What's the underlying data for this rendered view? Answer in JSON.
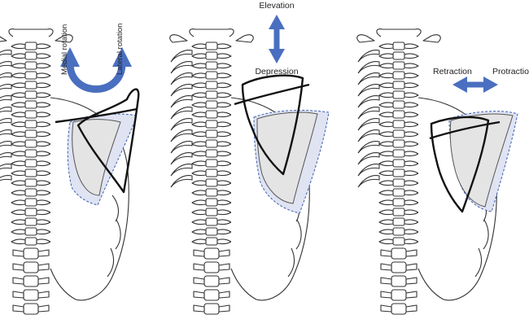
{
  "colors": {
    "arrow": "#4a6fc0",
    "scapula_fill": "#e4e4e4",
    "displaced_outline": "#3c5fb0",
    "moved_outline": "#111111"
  },
  "panels": [
    {
      "id": "rotation",
      "labels": {
        "left": "Medial rotation",
        "right": "Lateral rotation"
      },
      "arrow_icon": "curved-double-arrow"
    },
    {
      "id": "elevation",
      "labels": {
        "top": "Elevation",
        "bottom": "Depression"
      },
      "arrow_icon": "vertical-double-arrow"
    },
    {
      "id": "protraction",
      "labels": {
        "left": "Retraction",
        "right": "Protraction"
      },
      "arrow_icon": "horizontal-double-arrow"
    }
  ]
}
